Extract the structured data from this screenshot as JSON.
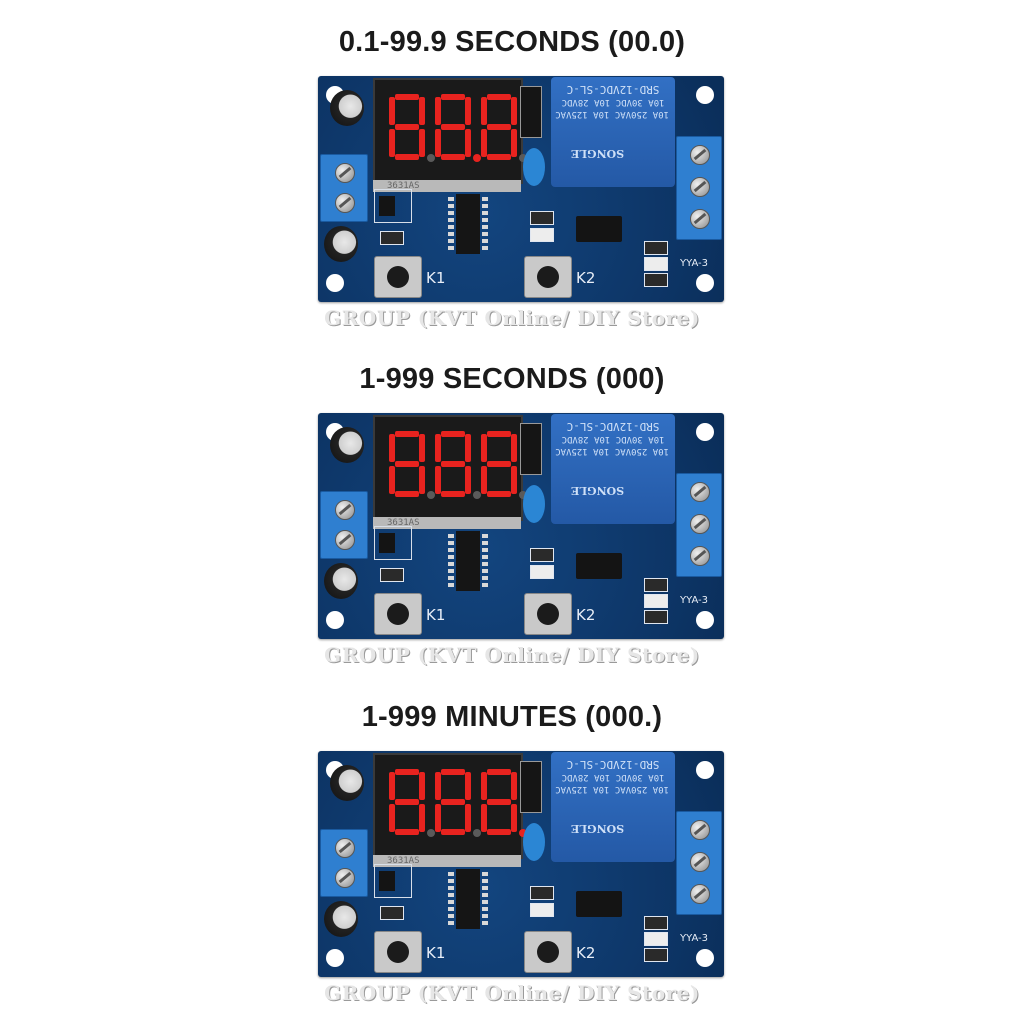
{
  "panels": [
    {
      "caption": "0.1-99.9 SECONDS (00.0)",
      "display": {
        "digits": [
          "8",
          "8",
          "8"
        ],
        "decimal_points": [
          false,
          true,
          false
        ]
      },
      "watermark": "GROUP (KVT Online/ DIY Store)"
    },
    {
      "caption": "1-999 SECONDS (000)",
      "display": {
        "digits": [
          "8",
          "8",
          "8"
        ],
        "decimal_points": [
          false,
          false,
          false
        ]
      },
      "watermark": "GROUP (KVT Online/ DIY Store)"
    },
    {
      "caption": "1-999 MINUTES (000.)",
      "display": {
        "digits": [
          "8",
          "8",
          "8"
        ],
        "decimal_points": [
          false,
          false,
          true
        ]
      },
      "watermark": "GROUP (KVT Online/ DIY Store)"
    }
  ],
  "board": {
    "relay_lines": [
      "SRD-12VDC-SL-C",
      "10A  30VDC  10A  28VDC",
      "10A 250VAC 10A 125VAC"
    ],
    "relay_brand": "SONGLE",
    "display_part": "3631AS",
    "button_labels": [
      "K1",
      "K2"
    ],
    "model_label": "YYA-3"
  },
  "colors": {
    "pcb": "#0e3a6e",
    "segment_on": "#e8231f",
    "relay": "#2a63b4",
    "terminal": "#2f7fd0",
    "caption": "#1b1b1b"
  }
}
